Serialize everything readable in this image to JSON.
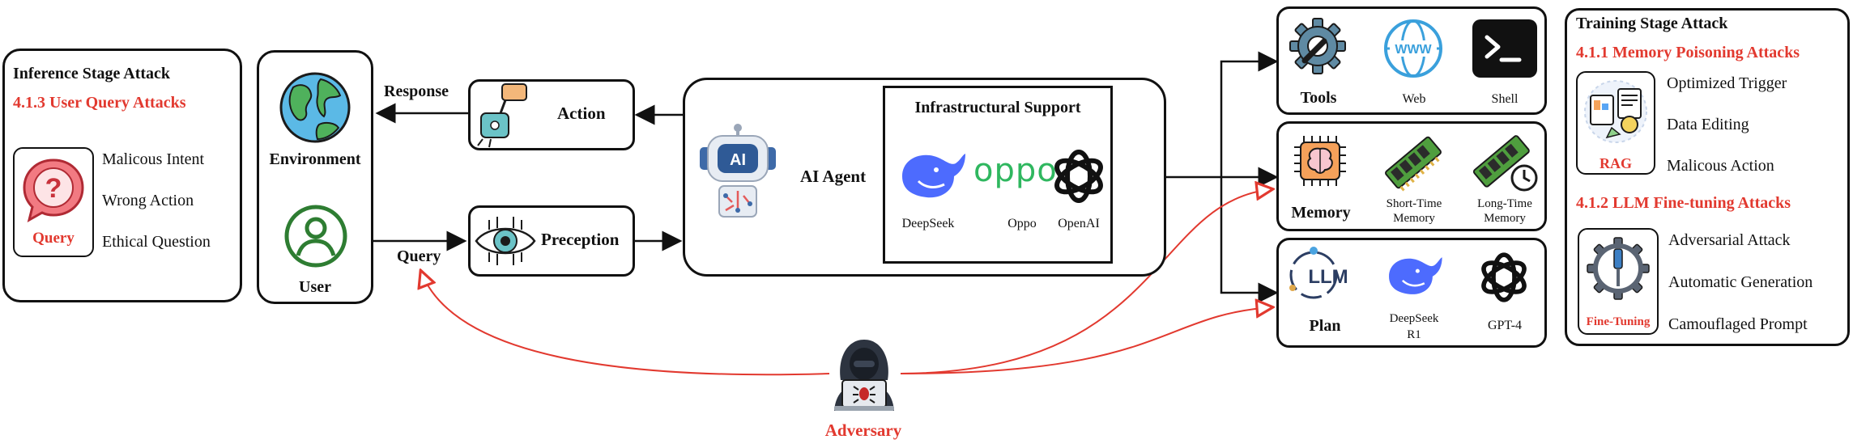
{
  "inference": {
    "title": "Inference Stage Attack",
    "subtitle": "4.1.3 User Query Attacks",
    "query_label": "Query",
    "items": [
      "Malicous Intent",
      "Wrong Action",
      "Ethical Question"
    ]
  },
  "env_user": {
    "environment": "Environment",
    "user": "User"
  },
  "flow": {
    "response": "Response",
    "query": "Query",
    "action": "Action",
    "perception": "Preception",
    "ai_agent": "AI Agent",
    "ai_badge": "AI"
  },
  "infra": {
    "title": "Infrastructural Support",
    "logos": [
      "DeepSeek",
      "Oppo",
      "OpenAI"
    ],
    "oppo_wordmark": "oppo"
  },
  "tools": {
    "title": "Tools",
    "web": "Web",
    "www": "WWW",
    "shell": "Shell"
  },
  "memory": {
    "title": "Memory",
    "short_a": "Short-Time",
    "short_b": "Memory",
    "long_a": "Long-Time",
    "long_b": "Memory"
  },
  "plan": {
    "title": "Plan",
    "llm": "LLM",
    "ds_a": "DeepSeek",
    "ds_b": "R1",
    "gpt": "GPT-4"
  },
  "training": {
    "title": "Training Stage Attack",
    "sec1": "4.1.1 Memory Poisoning Attacks",
    "rag_label": "RAG",
    "sec1_items": [
      "Optimized Trigger",
      "Data Editing",
      "Malicous Action"
    ],
    "sec2": "4.1.2 LLM Fine-tuning Attacks",
    "ft_label": "Fine-Tuning",
    "sec2_items": [
      "Adversarial Attack",
      "Automatic Generation",
      "Camouflaged Prompt"
    ]
  },
  "adversary": {
    "label": "Adversary"
  },
  "colors": {
    "attack_red": "#e2392f",
    "deepseek_blue": "#4d6bfe",
    "oppo_green": "#2fb75f",
    "earth_blue": "#5bb9e6",
    "earth_green": "#4fb15c",
    "user_green": "#2e7d32"
  }
}
